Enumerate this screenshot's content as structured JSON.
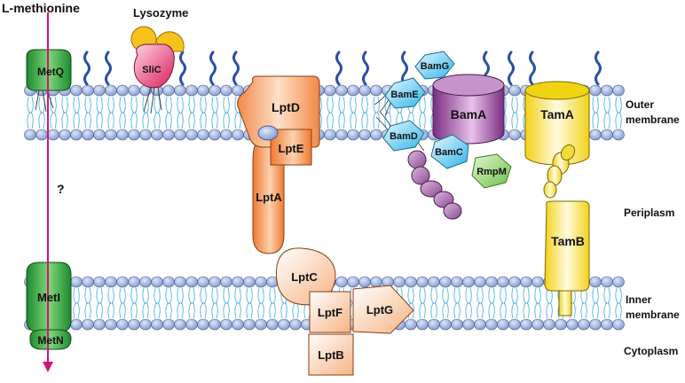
{
  "labels": {
    "l_methionine": "L-methionine",
    "lysozyme": "Lysozyme",
    "question": "?",
    "outer_membrane_1": "Outer",
    "outer_membrane_2": "membrane",
    "periplasm": "Periplasm",
    "inner_membrane_1": "Inner",
    "inner_membrane_2": "membrane",
    "cytoplasm": "Cytoplasm"
  },
  "proteins": {
    "metq": "MetQ",
    "slic": "SliC",
    "lptd": "LptD",
    "lpte": "LptE",
    "lpta": "LptA",
    "lptc": "LptC",
    "lptf": "LptF",
    "lptg": "LptG",
    "lptb": "LptB",
    "bamg": "BamG",
    "bame": "BamE",
    "bamd": "BamD",
    "bamc": "BamC",
    "bama": "BamA",
    "rmpm": "RmpM",
    "tama": "TamA",
    "tamb": "TamB",
    "meti": "MetI",
    "metn": "MetN"
  },
  "colors": {
    "membrane_head": "#8fa8d8",
    "lipid_tail": "#4fb3e6",
    "lps_chain": "#2a4fa8",
    "arrow": "#d4147a",
    "met_green": "#3cb24a",
    "lpt_orange": "#f7a26b",
    "bam_blue": "#4cc4ee",
    "bama_purple": "#9a4a9e",
    "rmpm_green": "#8fcf6a",
    "tam_yellow": "#f5e04a",
    "lysozyme_yellow": "#f7c21c",
    "slic_pink": "#e2306a"
  }
}
